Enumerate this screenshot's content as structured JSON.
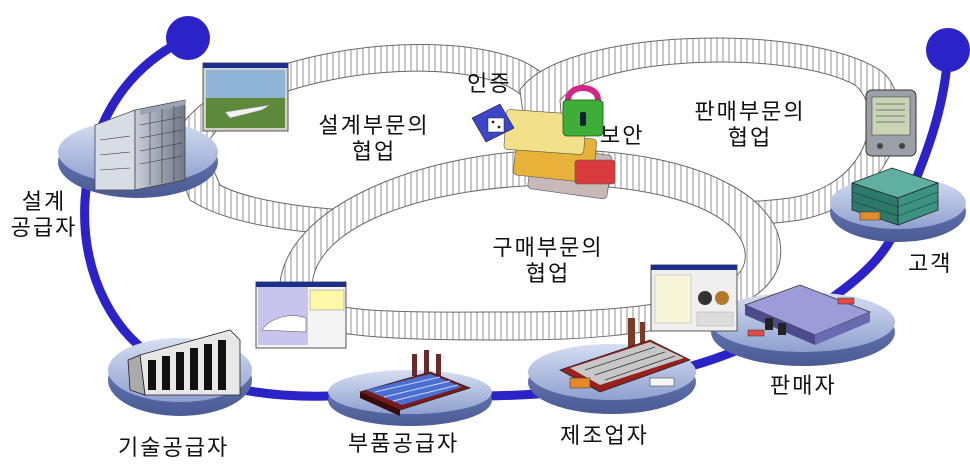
{
  "nodes": {
    "design_supplier": "설계\n공급자",
    "tech_supplier": "기술공급자",
    "parts_supplier": "부품공급자",
    "manufacturer": "제조업자",
    "seller": "판매자",
    "customer": "고객"
  },
  "collaboration": {
    "design": "설계부문의\n협업",
    "sales": "판매부문의\n협업",
    "purchase": "구매부문의\n협업"
  },
  "security": {
    "auth": "인증",
    "secure": "보안"
  },
  "colors": {
    "chain": "#2b22c8",
    "platform_top": "#b9c6e6",
    "platform_side": "#6d7fb8",
    "ribbon_stroke": "#6a6a6a"
  }
}
